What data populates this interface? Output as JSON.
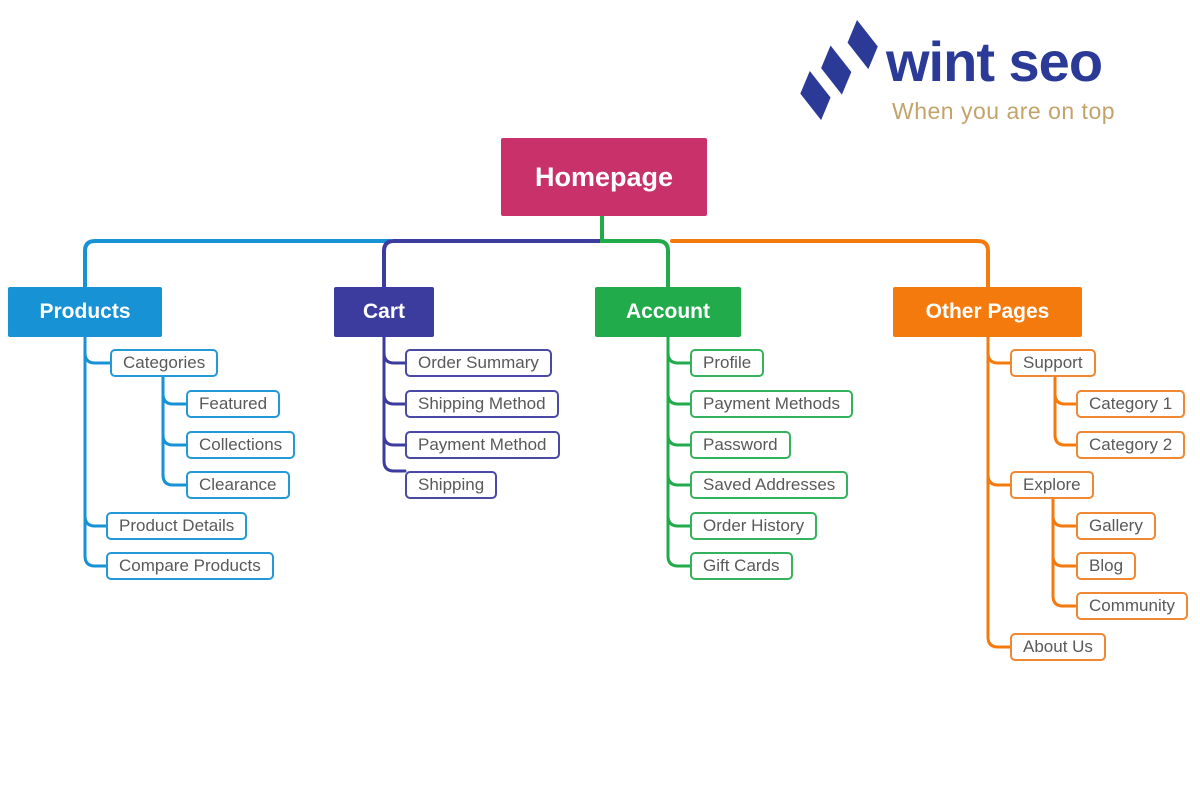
{
  "logo": {
    "brand": "wint seo",
    "tagline": "When you are on top",
    "brand_color": "#2B3A96",
    "tagline_color": "#C2A36A",
    "icon": "stacked-parallelograms-icon"
  },
  "diagram": {
    "type": "sitemap-tree",
    "root": {
      "label": "Homepage",
      "color": "#C9316B"
    },
    "branches": [
      {
        "label": "Products",
        "color": "#1792D4",
        "children": [
          {
            "label": "Categories",
            "children": [
              {
                "label": "Featured"
              },
              {
                "label": "Collections"
              },
              {
                "label": "Clearance"
              }
            ]
          },
          {
            "label": "Product Details"
          },
          {
            "label": "Compare Products"
          }
        ]
      },
      {
        "label": "Cart",
        "color": "#3C3B9E",
        "children": [
          {
            "label": "Order Summary"
          },
          {
            "label": "Shipping Method"
          },
          {
            "label": "Payment Method"
          },
          {
            "label": "Shipping"
          }
        ]
      },
      {
        "label": "Account",
        "color": "#21AB4B",
        "children": [
          {
            "label": "Profile"
          },
          {
            "label": "Payment Methods"
          },
          {
            "label": "Password"
          },
          {
            "label": "Saved Addresses"
          },
          {
            "label": "Order History"
          },
          {
            "label": "Gift Cards"
          }
        ]
      },
      {
        "label": "Other Pages",
        "color": "#F57A0D",
        "children": [
          {
            "label": "Support",
            "children": [
              {
                "label": "Category 1"
              },
              {
                "label": "Category 2"
              }
            ]
          },
          {
            "label": "Explore",
            "children": [
              {
                "label": "Gallery"
              },
              {
                "label": "Blog"
              },
              {
                "label": "Community"
              }
            ]
          },
          {
            "label": "About Us"
          }
        ]
      }
    ]
  }
}
